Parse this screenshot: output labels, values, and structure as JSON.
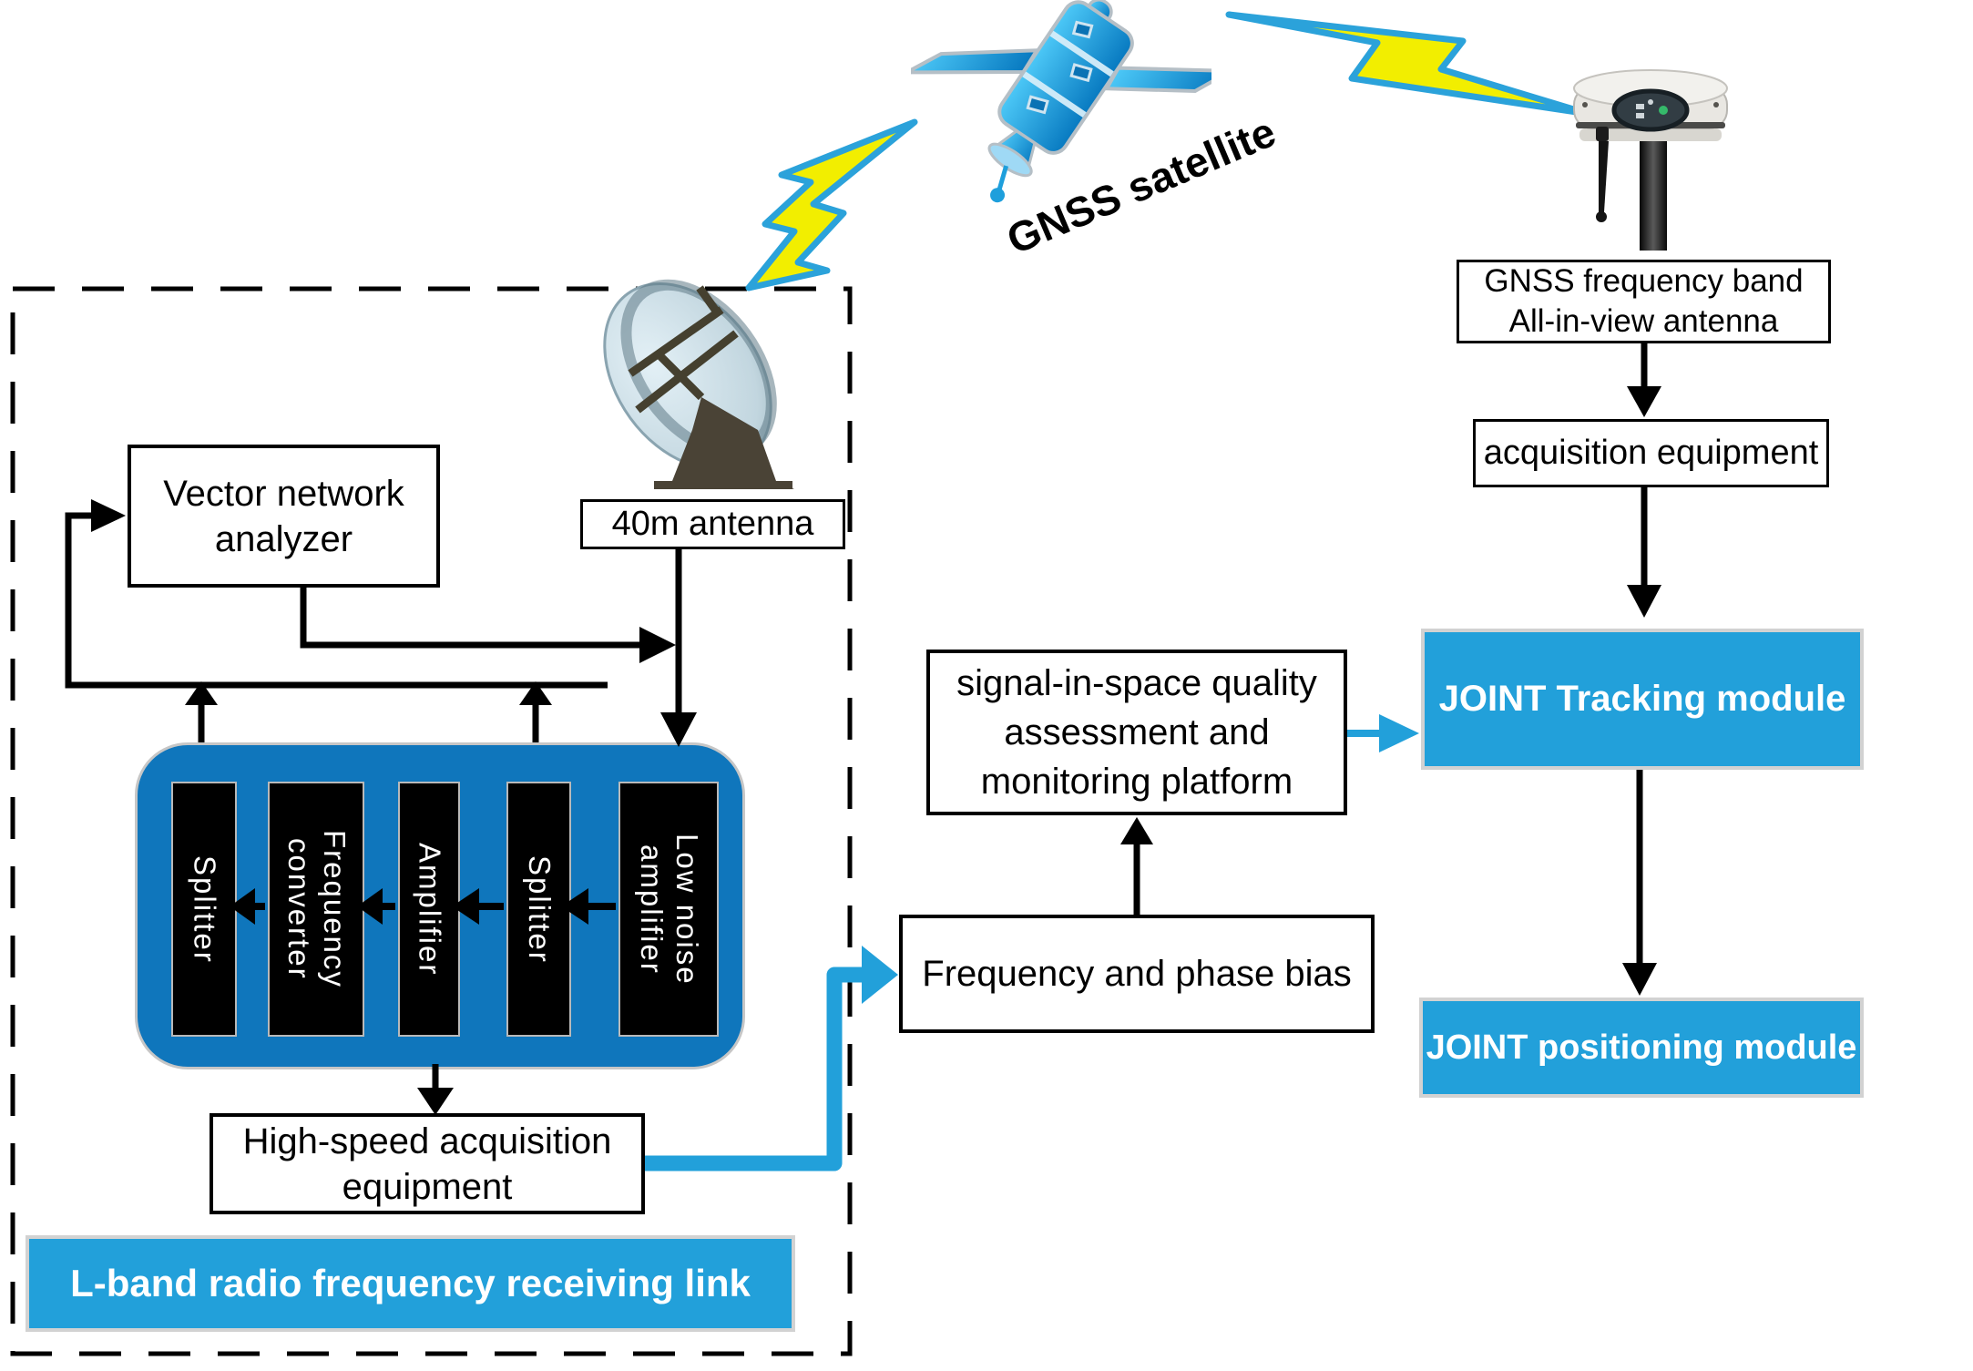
{
  "diagram": {
    "satellite": {
      "label": "GNSS satellite"
    },
    "left_system": {
      "vna": {
        "label": "Vector network\nanalyzer"
      },
      "antenna_40m": {
        "label": "40m antenna"
      },
      "chain": {
        "items": [
          {
            "label": "Splitter"
          },
          {
            "label": "Frequency\nconverter"
          },
          {
            "label": "Amplifier"
          },
          {
            "label": "Splitter"
          },
          {
            "label": "Low noise\namplifier"
          }
        ]
      },
      "high_speed": {
        "label": "High-speed acquisition\nequipment"
      },
      "banner": {
        "label": "L-band radio frequency receiving link"
      }
    },
    "middle": {
      "platform": {
        "label": "signal-in-space quality\nassessment and\nmonitoring platform"
      },
      "bias": {
        "label": "Frequency and phase bias"
      }
    },
    "right_system": {
      "band_antenna": {
        "label": "GNSS frequency band\nAll-in-view antenna"
      },
      "acquisition": {
        "label": "acquisition equipment"
      },
      "tracking": {
        "label": "JOINT Tracking module"
      },
      "positioning": {
        "label": "JOINT positioning module"
      }
    },
    "images": {
      "satellite": "gnss-satellite-image",
      "dish": "dish-antenna-image",
      "receiver": "gnss-receiver-image",
      "bolts": "lightning-bolt-icon"
    },
    "colors": {
      "accent_blue": "#22a0da",
      "container_blue": "#0f76bc",
      "component_black": "#000000",
      "bolt_yellow": "#f2ee00",
      "bolt_outline": "#2ba2da",
      "wire_black": "#000000",
      "box_border_gray": "#d2d2d2"
    }
  }
}
